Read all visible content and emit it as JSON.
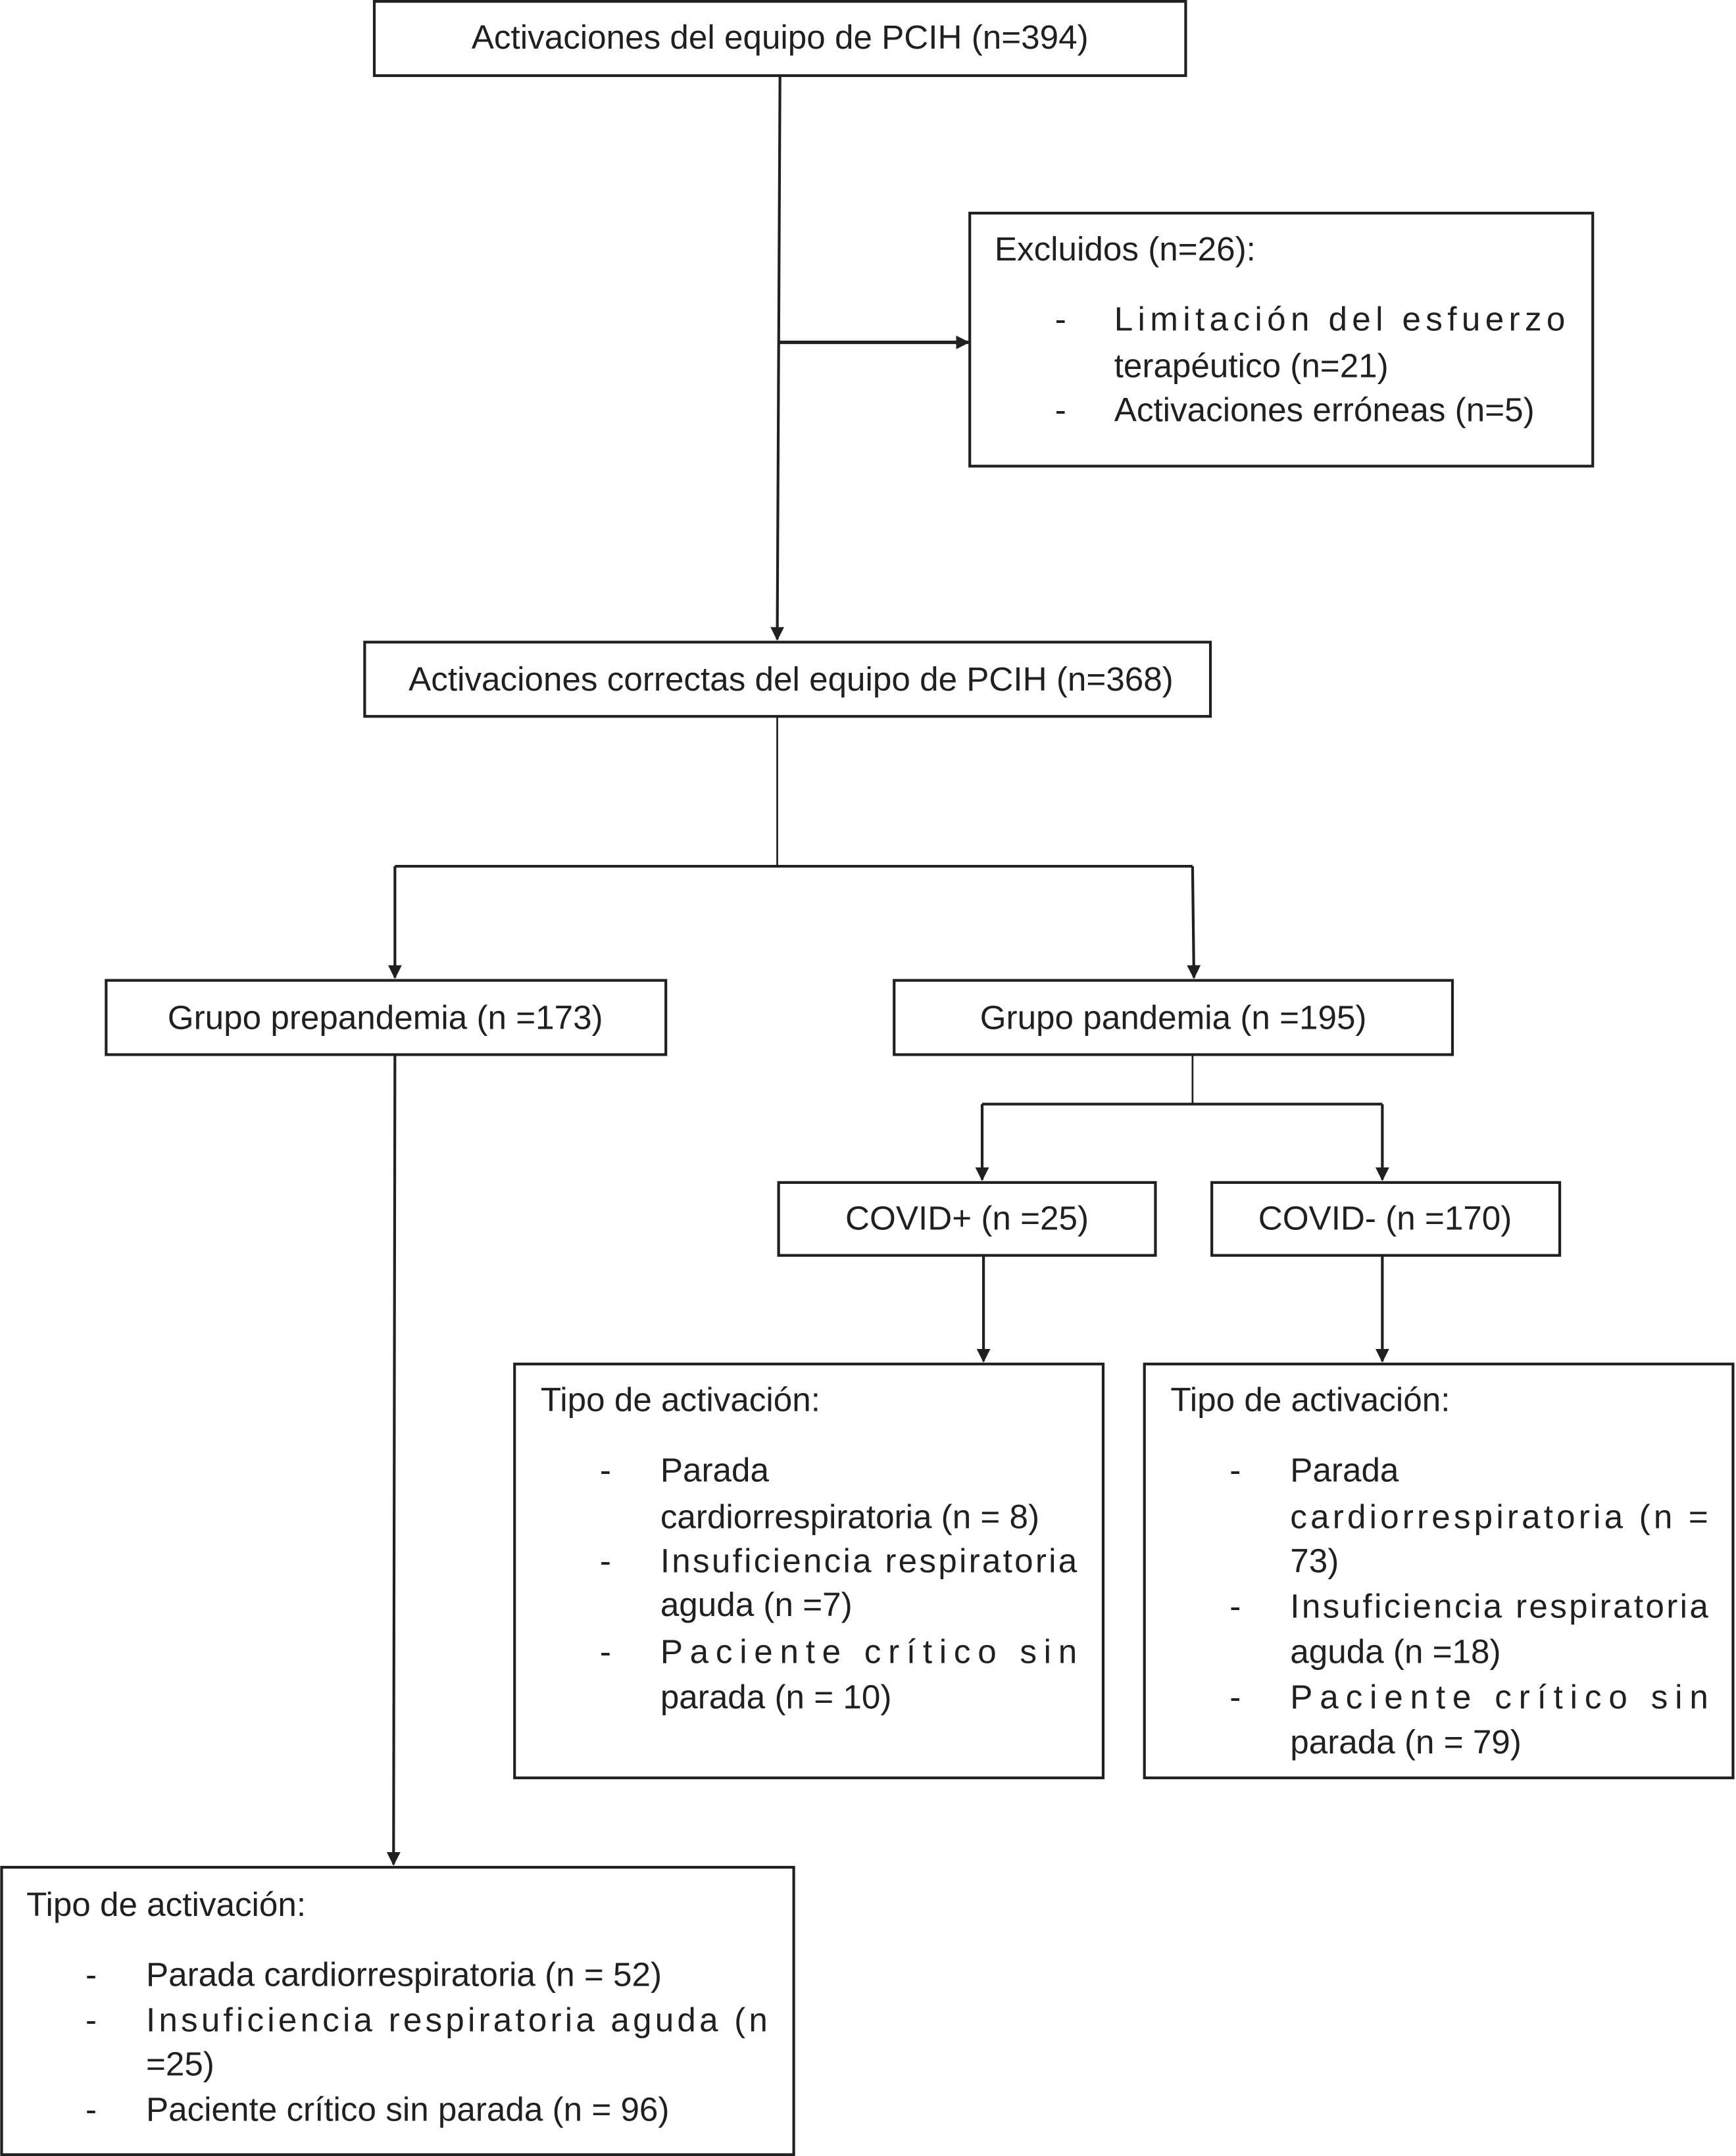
{
  "boxes": {
    "total": "Activaciones del equipo de PCIH (n=394)",
    "excluded": {
      "title": "Excluidos (n=26):",
      "items": [
        "Limitación del esfuerzo",
        "terapéutico (n=21)",
        "Activaciones erróneas (n=5)"
      ]
    },
    "correct": "Activaciones correctas del equipo de PCIH (n=368)",
    "prepandemic": "Grupo prepandemia (n =173)",
    "pandemic": "Grupo pandemia (n =195)",
    "covid_pos": "COVID+ (n =25)",
    "covid_neg": "COVID- (n =170)",
    "covid_pos_types": {
      "title": "Tipo de activación:",
      "lines": [
        "Parada",
        "cardiorrespiratoria (n = 8)",
        "Insuficiencia respiratoria",
        "aguda (n =7)",
        "Paciente crítico sin",
        "parada (n = 10)"
      ]
    },
    "covid_neg_types": {
      "title": "Tipo de activación:",
      "lines": [
        "Parada",
        "cardiorrespiratoria (n =",
        "73)",
        "Insuficiencia respiratoria",
        "aguda (n =18)",
        "Paciente crítico sin",
        "parada (n = 79)"
      ]
    },
    "prepandemic_types": {
      "title": "Tipo de activación:",
      "lines": [
        "Parada cardiorrespiratoria (n = 52)",
        "Insuficiencia respiratoria aguda (n",
        "=25)",
        "Paciente crítico sin parada (n = 96)"
      ]
    }
  },
  "bullet": "-"
}
